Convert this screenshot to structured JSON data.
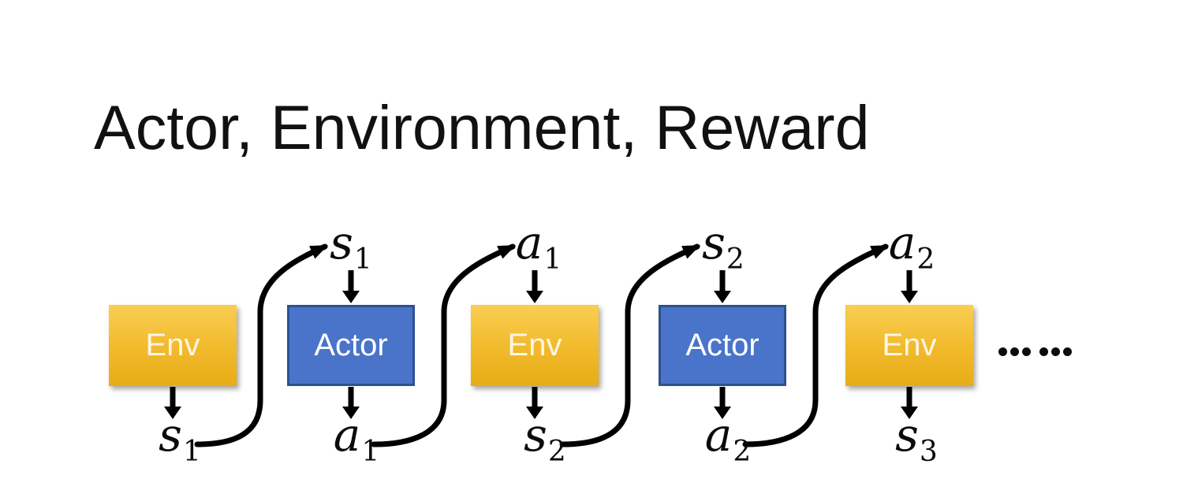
{
  "title": "Actor, Environment, Reward",
  "ellipsis": "……",
  "diagram": {
    "boxes": [
      {
        "label": "Env",
        "type": "environment"
      },
      {
        "label": "Actor",
        "type": "actor"
      },
      {
        "label": "Env",
        "type": "environment"
      },
      {
        "label": "Actor",
        "type": "actor"
      },
      {
        "label": "Env",
        "type": "environment"
      }
    ],
    "top_labels": [
      {
        "base": "s",
        "sub": "1"
      },
      {
        "base": "a",
        "sub": "1"
      },
      {
        "base": "s",
        "sub": "2"
      },
      {
        "base": "a",
        "sub": "2"
      }
    ],
    "bottom_labels": [
      {
        "base": "s",
        "sub": "1"
      },
      {
        "base": "a",
        "sub": "1"
      },
      {
        "base": "s",
        "sub": "2"
      },
      {
        "base": "a",
        "sub": "2"
      },
      {
        "base": "s",
        "sub": "3"
      }
    ],
    "colors": {
      "env_gradient_top": "#FACD52",
      "env_gradient_bottom": "#E8AC15",
      "actor_fill": "#4A74C9",
      "actor_border": "#2C5191",
      "arrow": "#000000",
      "title_text": "#111111"
    }
  }
}
